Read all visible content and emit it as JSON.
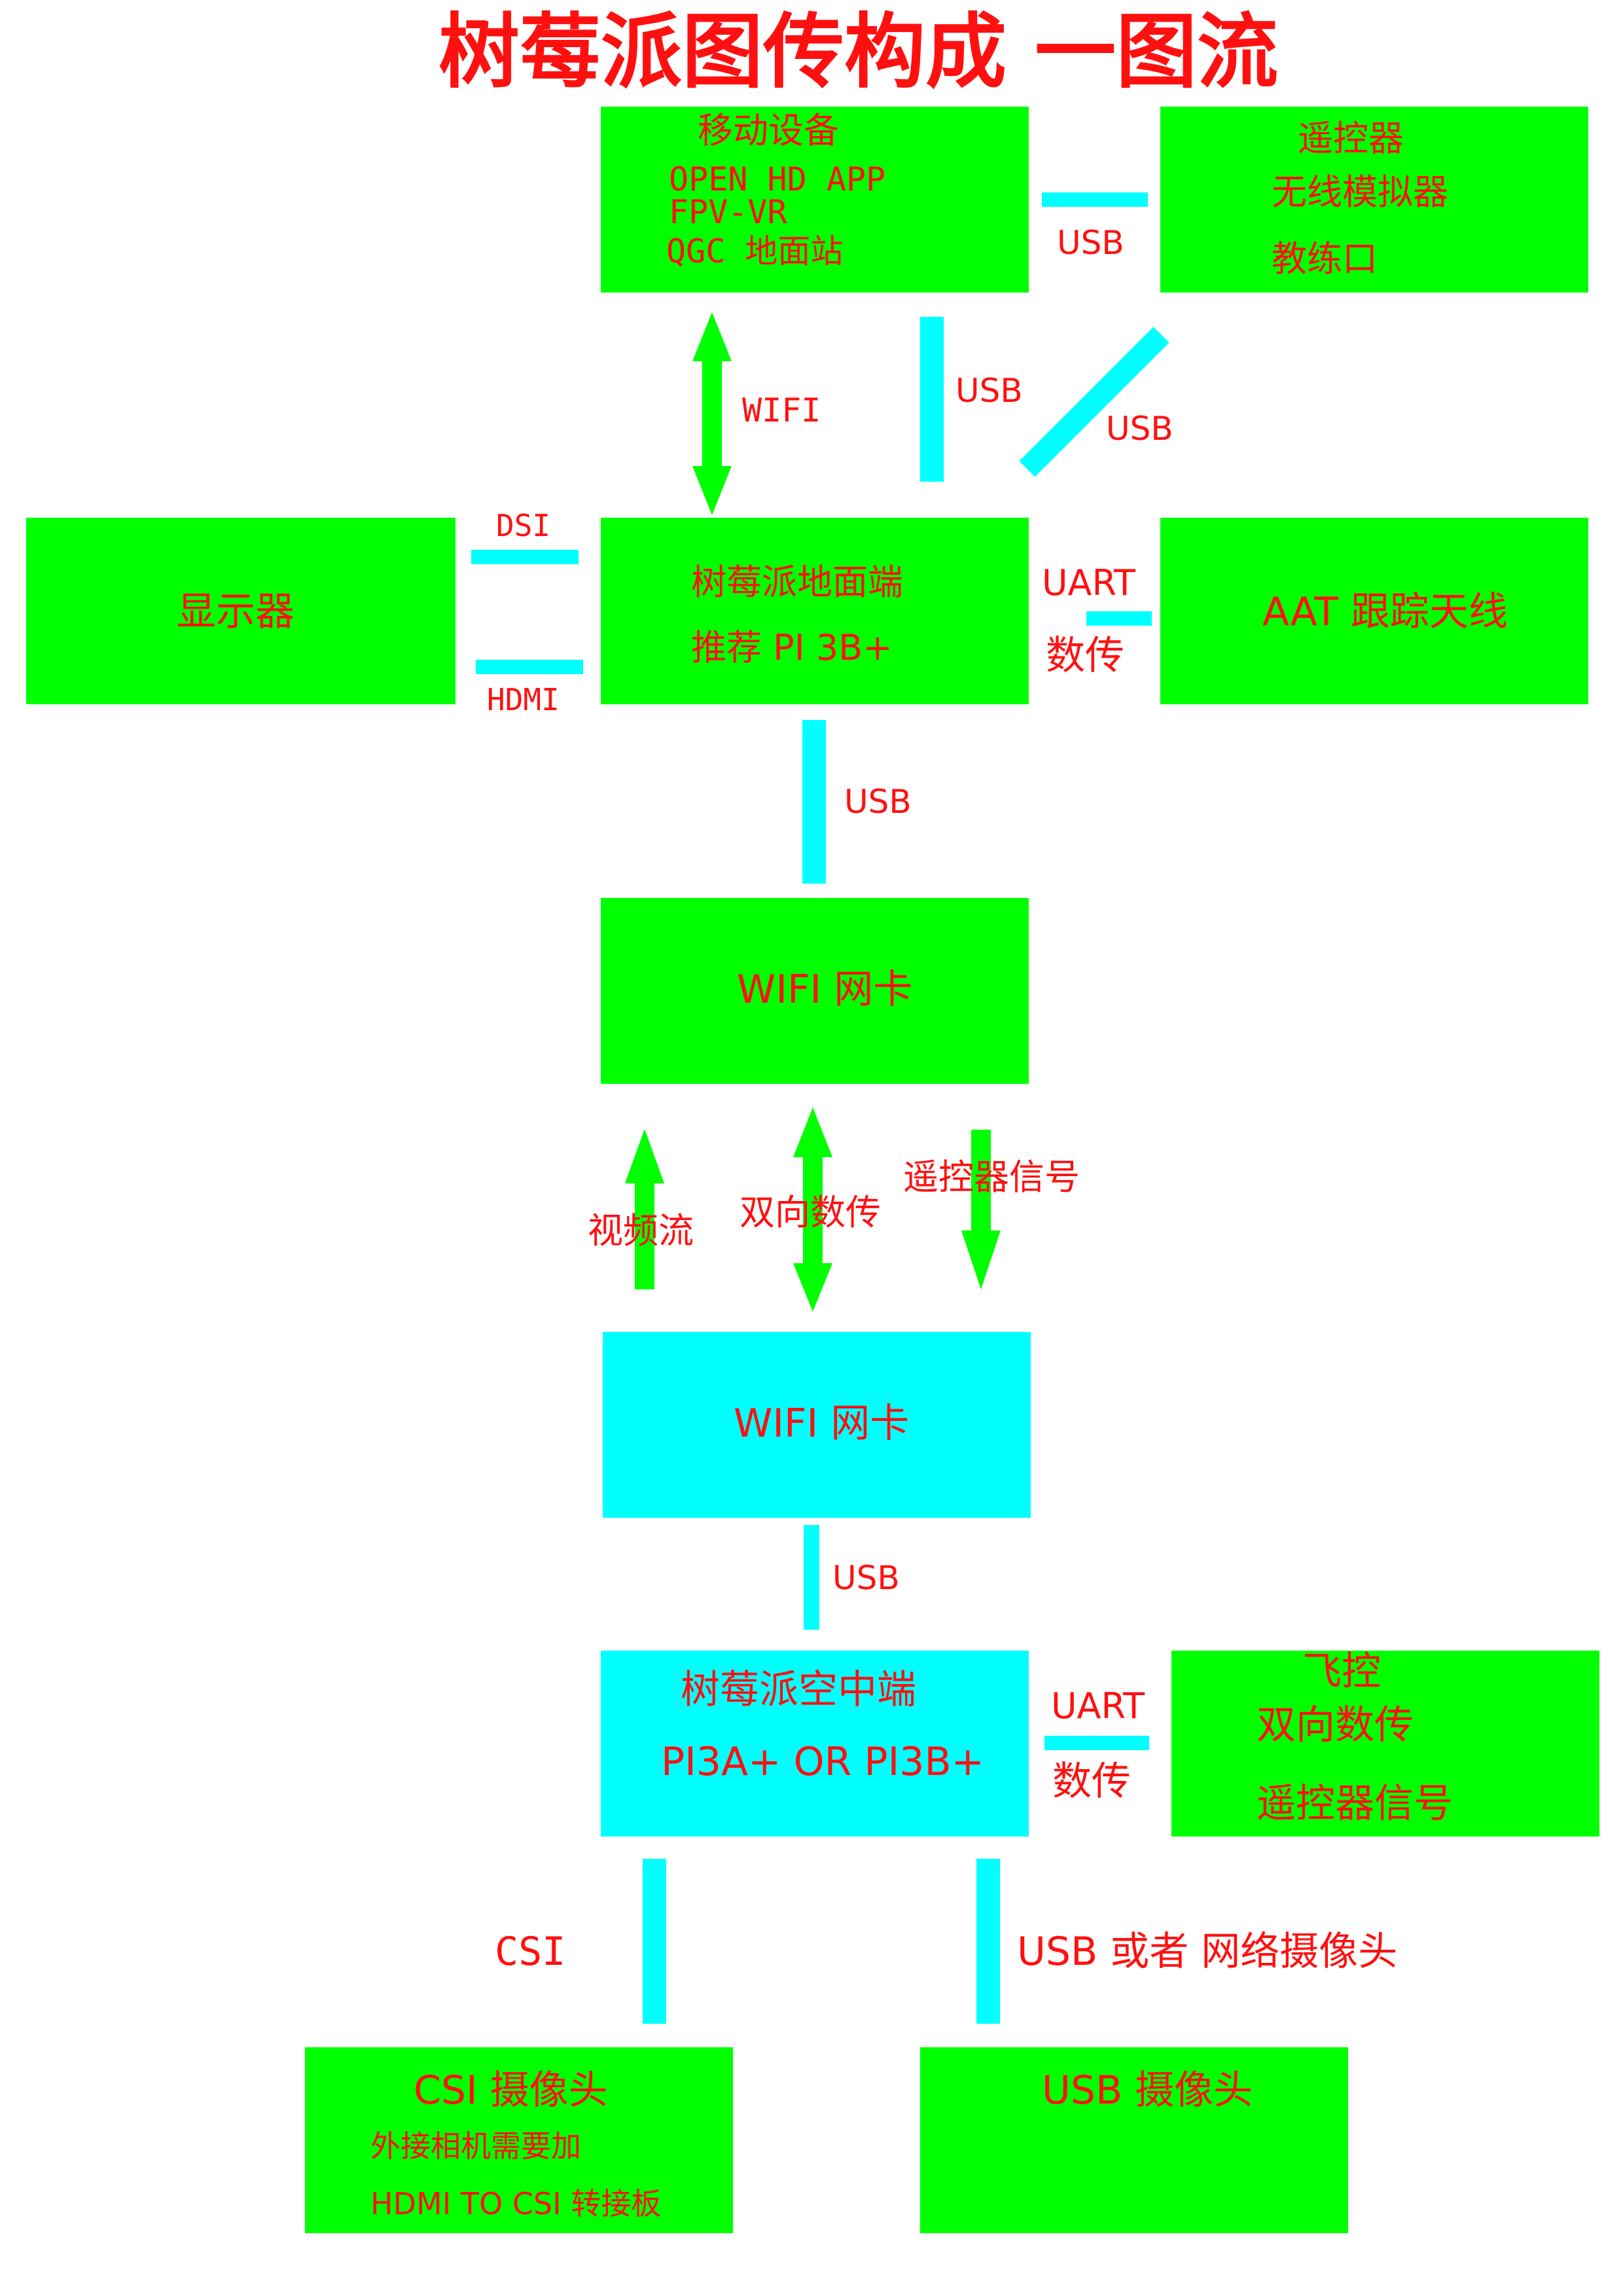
{
  "title": "树莓派图传构成 一图流",
  "colors": {
    "box": "#00ff00",
    "air_box": "#00ffff",
    "link": "#00ffff",
    "arrow": "#00ff00",
    "text": "#ff1010"
  },
  "mobile": {
    "title": "移动设备",
    "line1": "OPEN HD APP",
    "line2": "FPV-VR",
    "line3": "QGC 地面站"
  },
  "rc": {
    "title": "遥控器",
    "line1": "无线模拟器",
    "line2": "教练口"
  },
  "ground": {
    "title": "树莓派地面端",
    "line1": "推荐 PI 3B+"
  },
  "display": {
    "title": "显示器"
  },
  "aat": {
    "title": "AAT 跟踪天线"
  },
  "wifi_ground": {
    "title": "WIFI 网卡"
  },
  "wifi_air": {
    "title": "WIFI 网卡"
  },
  "air": {
    "title": "树莓派空中端",
    "line1": "PI3A+ OR PI3B+"
  },
  "fc": {
    "title": "飞控",
    "line1": "双向数传",
    "line2": "遥控器信号"
  },
  "csi_cam": {
    "title": "CSI 摄像头",
    "line1": "外接相机需要加",
    "line2": "HDMI TO CSI 转接板"
  },
  "usb_cam": {
    "title": "USB 摄像头"
  },
  "links": {
    "mobile_rc": "USB",
    "mobile_ground_wifi": "WIFI",
    "mobile_ground_usb": "USB",
    "rc_ground_usb": "USB",
    "dsi": "DSI",
    "hdmi": "HDMI",
    "uart_ground": "UART",
    "uart_ground_sub": "数传",
    "ground_wifi_usb": "USB",
    "video_stream": "视频流",
    "bidirectional": "双向数传",
    "rc_signal": "遥控器信号",
    "air_wifi_usb": "USB",
    "uart_air": "UART",
    "uart_air_sub": "数传",
    "csi": "CSI",
    "usb_or_net_cam": "USB 或者 网络摄像头"
  }
}
